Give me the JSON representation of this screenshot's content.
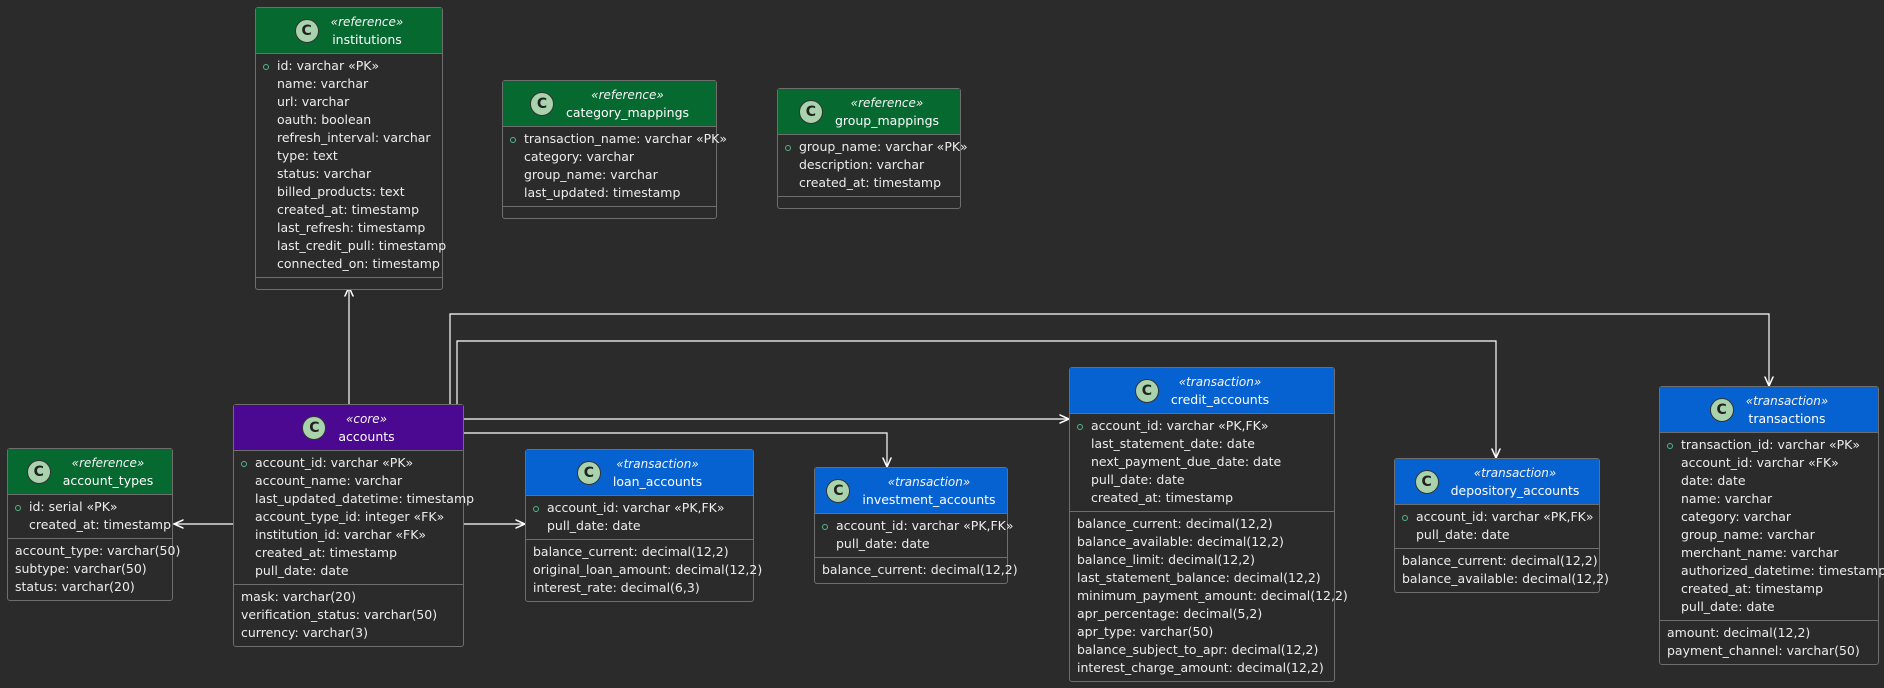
{
  "colors": {
    "reference": "#06692f",
    "core": "#4b0891",
    "transaction": "#0762d1",
    "background": "#2b2b2b",
    "edge": "#ffffff"
  },
  "entities": {
    "institutions": {
      "stereotype": "«reference»",
      "name": "institutions",
      "keys": [
        "id: varchar «PK»"
      ],
      "fields": [
        "name: varchar",
        "url: varchar",
        "oauth: boolean",
        "refresh_interval: varchar",
        "type: text",
        "status: varchar",
        "billed_products: text",
        "created_at: timestamp",
        "last_refresh: timestamp",
        "last_credit_pull: timestamp",
        "connected_on: timestamp"
      ]
    },
    "category_mappings": {
      "stereotype": "«reference»",
      "name": "category_mappings",
      "keys": [
        "transaction_name: varchar «PK»"
      ],
      "fields": [
        "category: varchar",
        "group_name: varchar",
        "last_updated: timestamp"
      ]
    },
    "group_mappings": {
      "stereotype": "«reference»",
      "name": "group_mappings",
      "keys": [
        "group_name: varchar «PK»"
      ],
      "fields": [
        "description: varchar",
        "created_at: timestamp"
      ]
    },
    "account_types": {
      "stereotype": "«reference»",
      "name": "account_types",
      "keys": [
        "id: serial «PK»"
      ],
      "fields": [
        "created_at: timestamp"
      ],
      "extra": [
        "account_type: varchar(50)",
        "subtype: varchar(50)",
        "status: varchar(20)"
      ]
    },
    "accounts": {
      "stereotype": "«core»",
      "name": "accounts",
      "keys": [
        "account_id: varchar «PK»"
      ],
      "fields": [
        "account_name: varchar",
        "last_updated_datetime: timestamp",
        "account_type_id: integer «FK»",
        "institution_id: varchar «FK»",
        "created_at: timestamp",
        "pull_date: date"
      ],
      "extra": [
        "mask: varchar(20)",
        "verification_status: varchar(50)",
        "currency: varchar(3)"
      ]
    },
    "loan_accounts": {
      "stereotype": "«transaction»",
      "name": "loan_accounts",
      "keys": [
        "account_id: varchar «PK,FK»"
      ],
      "fields": [
        "pull_date: date"
      ],
      "extra": [
        "balance_current: decimal(12,2)",
        "original_loan_amount: decimal(12,2)",
        "interest_rate: decimal(6,3)"
      ]
    },
    "investment_accounts": {
      "stereotype": "«transaction»",
      "name": "investment_accounts",
      "keys": [
        "account_id: varchar «PK,FK»"
      ],
      "fields": [
        "pull_date: date"
      ],
      "extra": [
        "balance_current: decimal(12,2)"
      ]
    },
    "credit_accounts": {
      "stereotype": "«transaction»",
      "name": "credit_accounts",
      "keys": [
        "account_id: varchar «PK,FK»"
      ],
      "fields": [
        "last_statement_date: date",
        "next_payment_due_date: date",
        "pull_date: date",
        "created_at: timestamp"
      ],
      "extra": [
        "balance_current: decimal(12,2)",
        "balance_available: decimal(12,2)",
        "balance_limit: decimal(12,2)",
        "last_statement_balance: decimal(12,2)",
        "minimum_payment_amount: decimal(12,2)",
        "apr_percentage: decimal(5,2)",
        "apr_type: varchar(50)",
        "balance_subject_to_apr: decimal(12,2)",
        "interest_charge_amount: decimal(12,2)"
      ]
    },
    "depository_accounts": {
      "stereotype": "«transaction»",
      "name": "depository_accounts",
      "keys": [
        "account_id: varchar «PK,FK»"
      ],
      "fields": [
        "pull_date: date"
      ],
      "extra": [
        "balance_current: decimal(12,2)",
        "balance_available: decimal(12,2)"
      ]
    },
    "transactions": {
      "stereotype": "«transaction»",
      "name": "transactions",
      "keys": [
        "transaction_id: varchar «PK»"
      ],
      "fields": [
        "account_id: varchar «FK»",
        "date: date",
        "name: varchar",
        "category: varchar",
        "group_name: varchar",
        "merchant_name: varchar",
        "authorized_datetime: timestamp",
        "created_at: timestamp",
        "pull_date: date"
      ],
      "extra": [
        "amount: decimal(12,2)",
        "payment_channel: varchar(50)"
      ]
    }
  }
}
